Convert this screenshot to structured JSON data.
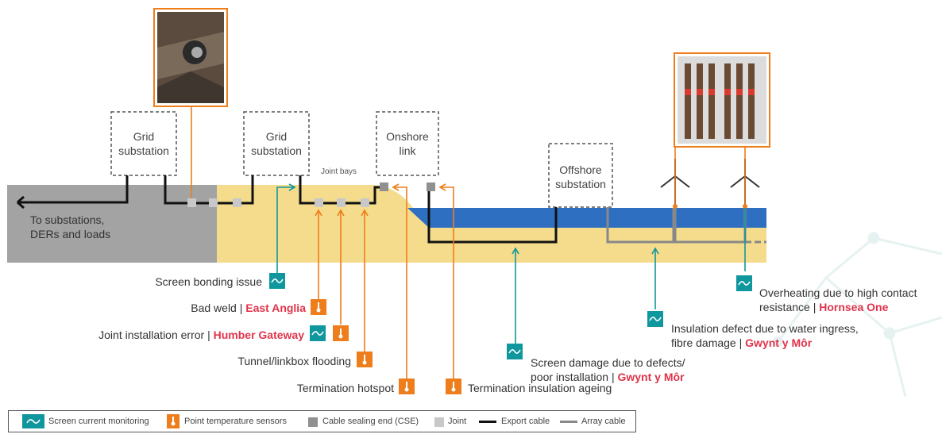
{
  "boxes": {
    "grid1": "Grid\nsubstation",
    "grid2": "Grid\nsubstation",
    "onshore": "Onshore\nlink",
    "offshore": "Offshore\nsubstation"
  },
  "joint_bays": "Joint bays",
  "to_substations": "To substations,\nDERs and loads",
  "issues": [
    {
      "text": "Screen bonding issue",
      "site": ""
    },
    {
      "text": "Bad weld | ",
      "site": "East Anglia"
    },
    {
      "text": "Joint installation error | ",
      "site": "Humber Gateway"
    },
    {
      "text": "Tunnel/linkbox flooding",
      "site": ""
    },
    {
      "text": "Termination hotspot",
      "site": ""
    },
    {
      "text": "Termination insulation ageing",
      "site": ""
    },
    {
      "text": "Screen damage due to defects/\npoor installation | ",
      "site": "Gwynt y Môr"
    },
    {
      "text": "Insulation defect due to water ingress,\nfibre damage | ",
      "site": "Gwynt y Môr"
    },
    {
      "text": "Overheating due to high contact\nresistance | ",
      "site": "Hornsea One"
    }
  ],
  "legend": {
    "screen": "Screen current monitoring",
    "point": "Point temperature sensors",
    "cse": "Cable sealing end (CSE)",
    "joint": "Joint",
    "export": "Export cable",
    "array": "Array cable"
  },
  "colors": {
    "teal": "#10979d",
    "orange": "#ee7d1c",
    "sand": "#f5dc8c",
    "sea": "#2f6fc1",
    "ground": "#a3a3a3",
    "site_red": "#e0334b"
  }
}
